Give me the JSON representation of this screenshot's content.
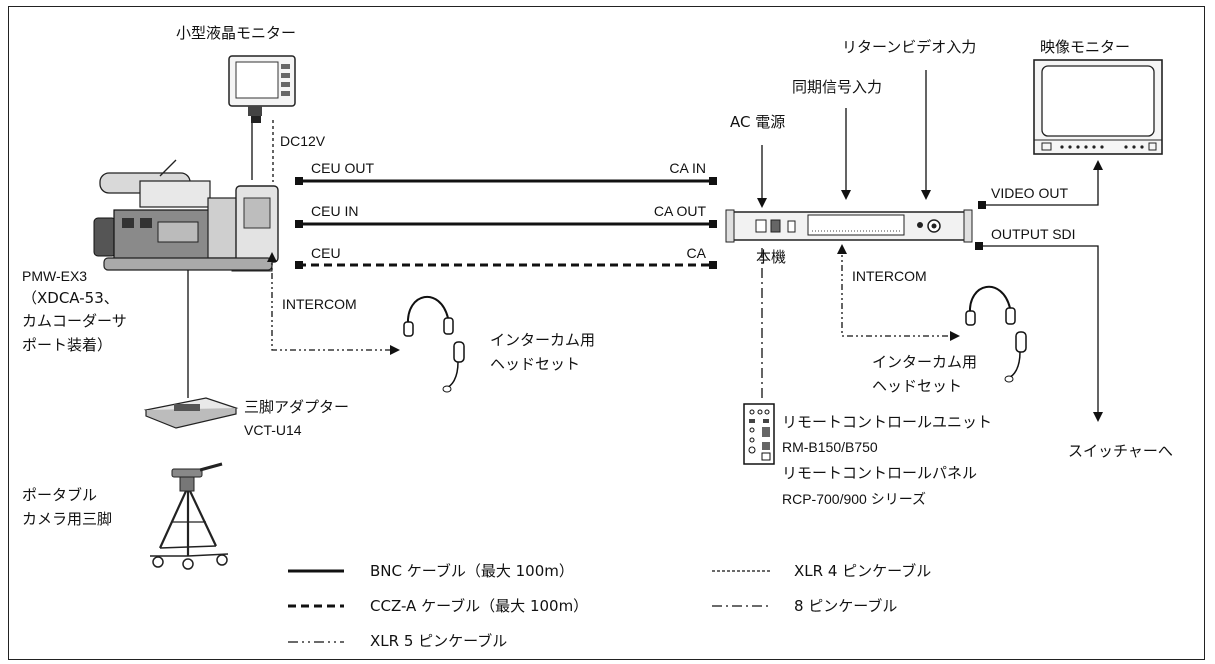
{
  "labels": {
    "small_monitor": "小型液晶モニター",
    "dc12v": "DC12V",
    "camera_line1": "PMW-EX3",
    "camera_line2": "（XDCA-53、",
    "camera_line3": "カムコーダーサ",
    "camera_line4": "ポート装着）",
    "tripod_adapter_line1": "三脚アダプター",
    "tripod_adapter_line2": "VCT-U14",
    "tripod_line1": "ポータブル",
    "tripod_line2": "カメラ用三脚",
    "ceu_out": "CEU OUT",
    "ca_in": "CA IN",
    "ceu_in": "CEU IN",
    "ca_out": "CA OUT",
    "ceu": "CEU",
    "ca": "CA",
    "intercom_left": "INTERCOM",
    "headset_left_line1": "インターカム用",
    "headset_left_line2": "ヘッドセット",
    "ac_power": "AC 電源",
    "sync_input": "同期信号入力",
    "return_video_input": "リターンビデオ入力",
    "video_monitor": "映像モニター",
    "video_out": "VIDEO OUT",
    "output_sdi": "OUTPUT SDI",
    "main_unit": "本機",
    "intercom_right": "INTERCOM",
    "headset_right_line1": "インターカム用",
    "headset_right_line2": "ヘッドセット",
    "remote_line1": "リモートコントロールユニット",
    "remote_line2": "RM-B150/B750",
    "remote_line3": "リモートコントロールパネル",
    "remote_line4": "RCP-700/900 シリーズ",
    "to_switcher": "スイッチャーへ"
  },
  "legend": [
    {
      "style": "solid",
      "label": "BNC ケーブル（最大 100m）"
    },
    {
      "style": "dashed",
      "label": "CCZ-A ケーブル（最大 100m）"
    },
    {
      "style": "dash-dot-dot",
      "label": "XLR 5 ピンケーブル"
    },
    {
      "style": "dotted",
      "label": "XLR 4 ピンケーブル"
    },
    {
      "style": "dash-dot",
      "label": "8 ピンケーブル"
    }
  ]
}
